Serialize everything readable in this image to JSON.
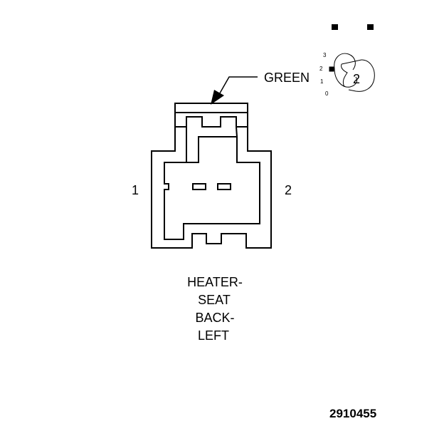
{
  "wire_color": "GREEN",
  "pins": {
    "left": "1",
    "right": "2"
  },
  "title_lines": [
    "HEATER-",
    "SEAT",
    "BACK-",
    "LEFT"
  ],
  "figure_number": "2910455",
  "view_icon": {
    "position_label": "2",
    "scale": [
      "3",
      "2",
      "1",
      "0"
    ]
  }
}
